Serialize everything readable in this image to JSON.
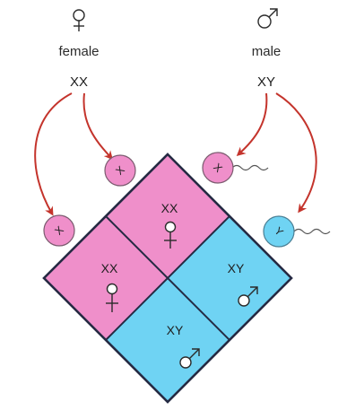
{
  "parents": {
    "female": {
      "label": "female",
      "genotype": "XX",
      "symbol": "venus-icon"
    },
    "male": {
      "label": "male",
      "genotype": "XY",
      "symbol": "mars-icon"
    }
  },
  "gametes": {
    "female": [
      "X",
      "X"
    ],
    "male": [
      "X",
      "Y"
    ]
  },
  "offspring": [
    {
      "id": "top",
      "genotype": "XX",
      "sex": "female"
    },
    {
      "id": "left",
      "genotype": "XX",
      "sex": "female"
    },
    {
      "id": "right",
      "genotype": "XY",
      "sex": "male"
    },
    {
      "id": "bottom",
      "genotype": "XY",
      "sex": "male"
    }
  ],
  "colors": {
    "female": "#ef8fca",
    "male": "#6fd3f3",
    "outline": "#252a43",
    "arrow": "#c4342c",
    "text": "#1e1e1e",
    "symbol_stroke": "#2b2b2b"
  }
}
